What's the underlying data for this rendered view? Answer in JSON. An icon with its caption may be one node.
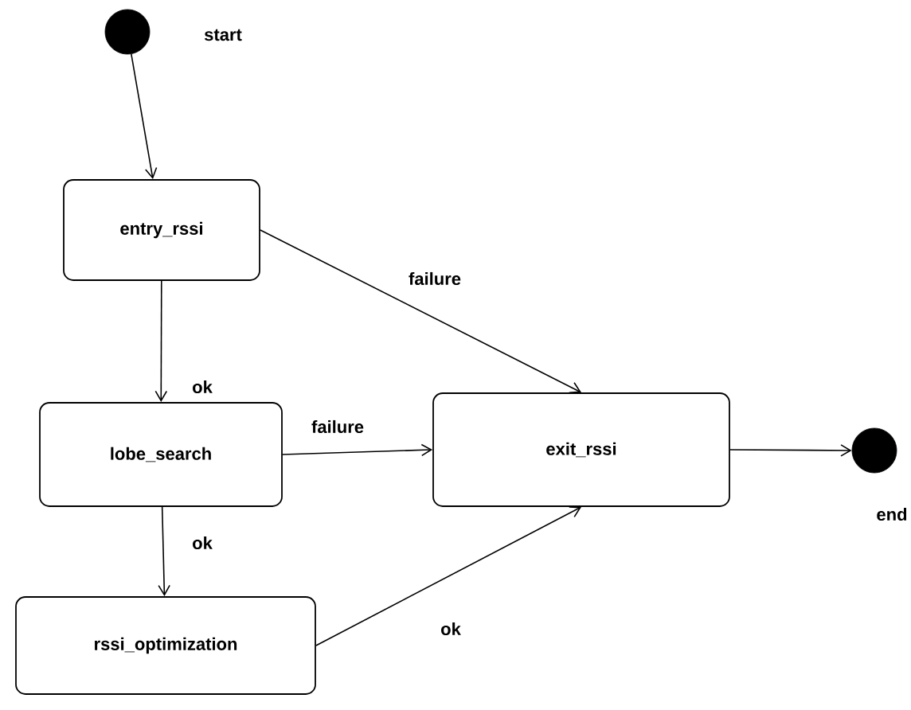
{
  "diagram": {
    "nodes": [
      {
        "text": [],
        "shape": "circle",
        "beside": [
          "start"
        ]
      },
      {
        "text": [
          "entry_rssi"
        ]
      },
      {
        "text": [
          "lobe_search"
        ]
      },
      {
        "text": [
          "exit_rssi"
        ]
      },
      {
        "text": [],
        "shape": "circle",
        "beside": [
          "end"
        ]
      },
      {
        "text": [
          "rssi_optimization"
        ]
      }
    ],
    "edges": [
      {
        "from": 0,
        "to": 1,
        "arrow": "to"
      },
      {
        "from": 1,
        "to": 2,
        "arrow": "to",
        "label": "ok"
      },
      {
        "from": 1,
        "to": 3,
        "arrow": "to",
        "label": "failure"
      },
      {
        "from": 2,
        "to": 3,
        "arrow": "to",
        "label": "failure"
      },
      {
        "from": 2,
        "to": 5,
        "arrow": "to",
        "label": "ok"
      },
      {
        "from": 5,
        "to": 3,
        "arrow": "to",
        "label": "ok"
      },
      {
        "from": 3,
        "to": 4,
        "arrow": "to"
      }
    ]
  }
}
